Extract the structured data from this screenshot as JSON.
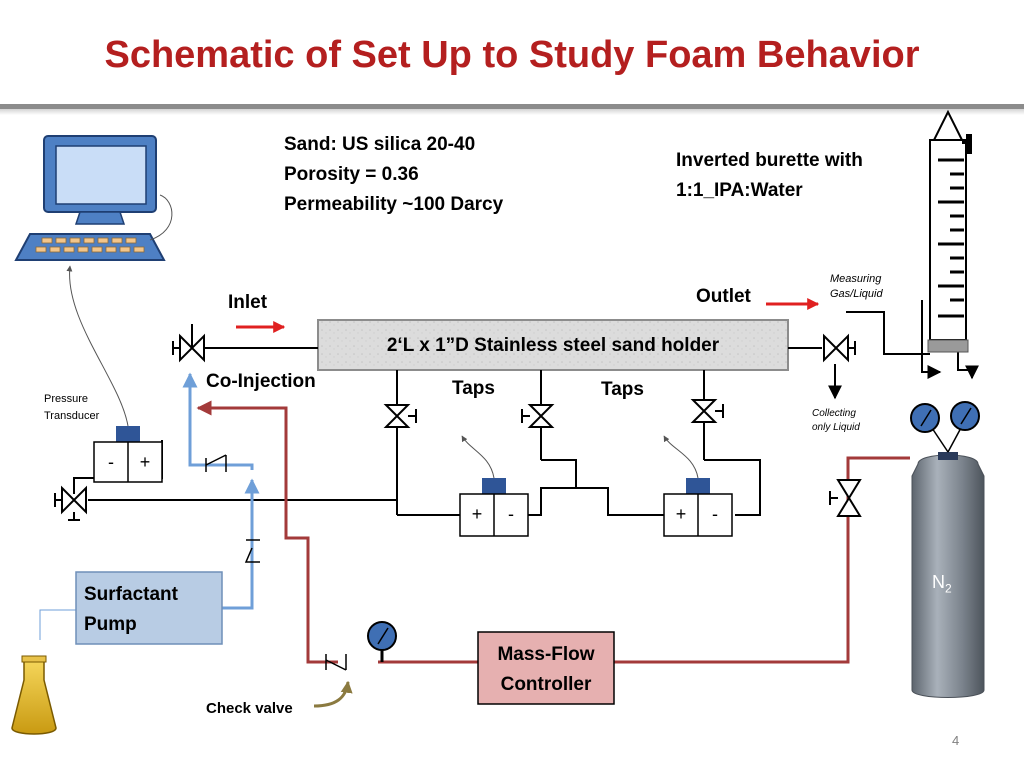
{
  "title": "Schematic of Set Up to Study Foam Behavior",
  "sand_info": [
    "Sand: US silica 20-40",
    "Porosity = 0.36",
    "Permeability ~100 Darcy"
  ],
  "burette_info": [
    "Inverted burette with",
    "1:1_IPA:Water"
  ],
  "sand_holder": "2‘L x 1”D   Stainless steel sand holder",
  "inlet": "Inlet",
  "outlet": "Outlet",
  "co_injection": "Co-Injection",
  "taps_left": "Taps",
  "taps_right": "Taps",
  "measuring": [
    "Measuring",
    "Gas/Liquid"
  ],
  "collecting": [
    "Collecting",
    "only  Liquid"
  ],
  "pressure_transducer": [
    "Pressure",
    "Transducer"
  ],
  "transducer_left": [
    "-",
    "+"
  ],
  "transducer_mid": [
    "+",
    "-"
  ],
  "transducer_right": [
    "+",
    "-"
  ],
  "surfactant_pump": [
    "Surfactant",
    "Pump"
  ],
  "mass_flow": [
    "Mass-Flow",
    "Controller"
  ],
  "check_valve": "Check valve",
  "n2": "N",
  "n2_sub": "2",
  "page_number": "4",
  "colors": {
    "title": "#b41f1f",
    "blue_line": "#6f9fd8",
    "red_line": "#a33a3a",
    "pump_fill": "#b8cce4",
    "mfc_fill": "#e6b0b0",
    "transducer_cap": "#2f5597",
    "cylinder": "#7e8791",
    "arrow_red": "#e02020",
    "check_arrow": "#8b7a40"
  },
  "icons": [
    "computer-icon",
    "flask-icon",
    "gauge-icon",
    "burette-icon",
    "nitrogen-cylinder-icon",
    "valve-icon"
  ]
}
